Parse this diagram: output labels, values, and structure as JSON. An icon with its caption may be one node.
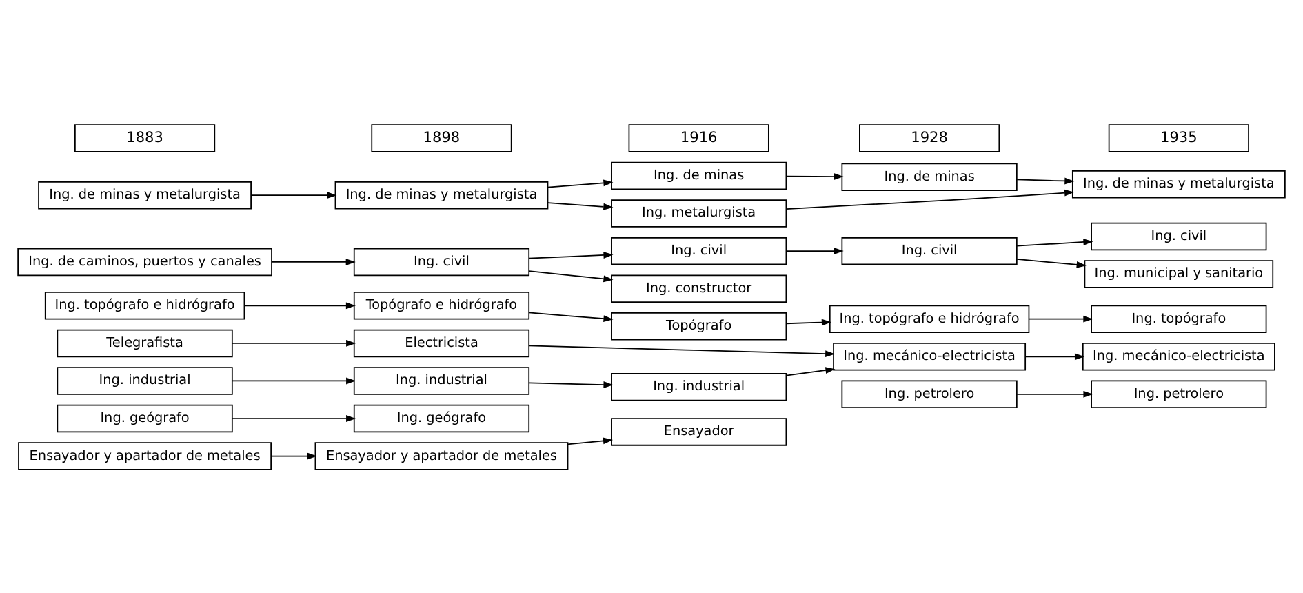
{
  "diagram": {
    "nodes": [
      {
        "text": [
          "1883"
        ]
      },
      {
        "text": [
          "1898"
        ]
      },
      {
        "text": [
          "1916"
        ]
      },
      {
        "text": [
          "1928"
        ]
      },
      {
        "text": [
          "1935"
        ]
      },
      {
        "text": [
          "Ing. de minas y metalurgista"
        ]
      },
      {
        "text": [
          "Ing. de minas y metalurgista"
        ]
      },
      {
        "text": [
          "Ing. de minas"
        ]
      },
      {
        "text": [
          "Ing. metalurgista"
        ]
      },
      {
        "text": [
          "Ing. de minas"
        ]
      },
      {
        "text": [
          "Ing. de minas y metalurgista"
        ]
      },
      {
        "text": [
          "Ing. de caminos, puertos y canales"
        ]
      },
      {
        "text": [
          "Ing. civil"
        ]
      },
      {
        "text": [
          "Ing. civil"
        ]
      },
      {
        "text": [
          "Ing. constructor"
        ]
      },
      {
        "text": [
          "Ing. civil"
        ]
      },
      {
        "text": [
          "Ing. civil"
        ]
      },
      {
        "text": [
          "Ing. municipal y sanitario"
        ]
      },
      {
        "text": [
          "Ing. topógrafo e hidrógrafo"
        ]
      },
      {
        "text": [
          "Topógrafo e hidrógrafo"
        ]
      },
      {
        "text": [
          "Topógrafo"
        ]
      },
      {
        "text": [
          "Ing. topógrafo e hidrógrafo"
        ]
      },
      {
        "text": [
          "Ing. topógrafo"
        ]
      },
      {
        "text": [
          "Telegrafista"
        ]
      },
      {
        "text": [
          "Electricista"
        ]
      },
      {
        "text": [
          "Ing. mecánico-electricista"
        ]
      },
      {
        "text": [
          "Ing. mecánico-electricista"
        ]
      },
      {
        "text": [
          "Ing. industrial"
        ]
      },
      {
        "text": [
          "Ing. industrial"
        ]
      },
      {
        "text": [
          "Ing. industrial"
        ]
      },
      {
        "text": [
          "Ing. geógrafo"
        ]
      },
      {
        "text": [
          "Ing. geógrafo"
        ]
      },
      {
        "text": [
          "Ensayador y apartador de metales"
        ]
      },
      {
        "text": [
          "Ensayador y apartador de metales"
        ]
      },
      {
        "text": [
          "Ensayador"
        ]
      },
      {
        "text": [
          "Ing. petrolero"
        ]
      },
      {
        "text": [
          "Ing. petrolero"
        ]
      }
    ],
    "edges": [
      {
        "from": 5,
        "to": 6,
        "arrow": "to"
      },
      {
        "from": 6,
        "to": 7,
        "arrow": "to"
      },
      {
        "from": 6,
        "to": 8,
        "arrow": "to"
      },
      {
        "from": 7,
        "to": 9,
        "arrow": "to"
      },
      {
        "from": 9,
        "to": 10,
        "arrow": "to"
      },
      {
        "from": 8,
        "to": 10,
        "arrow": "to"
      },
      {
        "from": 11,
        "to": 12,
        "arrow": "to"
      },
      {
        "from": 12,
        "to": 13,
        "arrow": "to"
      },
      {
        "from": 12,
        "to": 14,
        "arrow": "to"
      },
      {
        "from": 13,
        "to": 15,
        "arrow": "to"
      },
      {
        "from": 15,
        "to": 16,
        "arrow": "to"
      },
      {
        "from": 15,
        "to": 17,
        "arrow": "to"
      },
      {
        "from": 18,
        "to": 19,
        "arrow": "to"
      },
      {
        "from": 19,
        "to": 20,
        "arrow": "to"
      },
      {
        "from": 20,
        "to": 21,
        "arrow": "to"
      },
      {
        "from": 21,
        "to": 22,
        "arrow": "to"
      },
      {
        "from": 23,
        "to": 24,
        "arrow": "to"
      },
      {
        "from": 24,
        "to": 25,
        "arrow": "to"
      },
      {
        "from": 27,
        "to": 28,
        "arrow": "to"
      },
      {
        "from": 28,
        "to": 29,
        "arrow": "to"
      },
      {
        "from": 29,
        "to": 25,
        "arrow": "to"
      },
      {
        "from": 25,
        "to": 26,
        "arrow": "to"
      },
      {
        "from": 30,
        "to": 31,
        "arrow": "to"
      },
      {
        "from": 32,
        "to": 33,
        "arrow": "to"
      },
      {
        "from": 33,
        "to": 34,
        "arrow": "to"
      },
      {
        "from": 35,
        "to": 36,
        "arrow": "to"
      }
    ]
  }
}
